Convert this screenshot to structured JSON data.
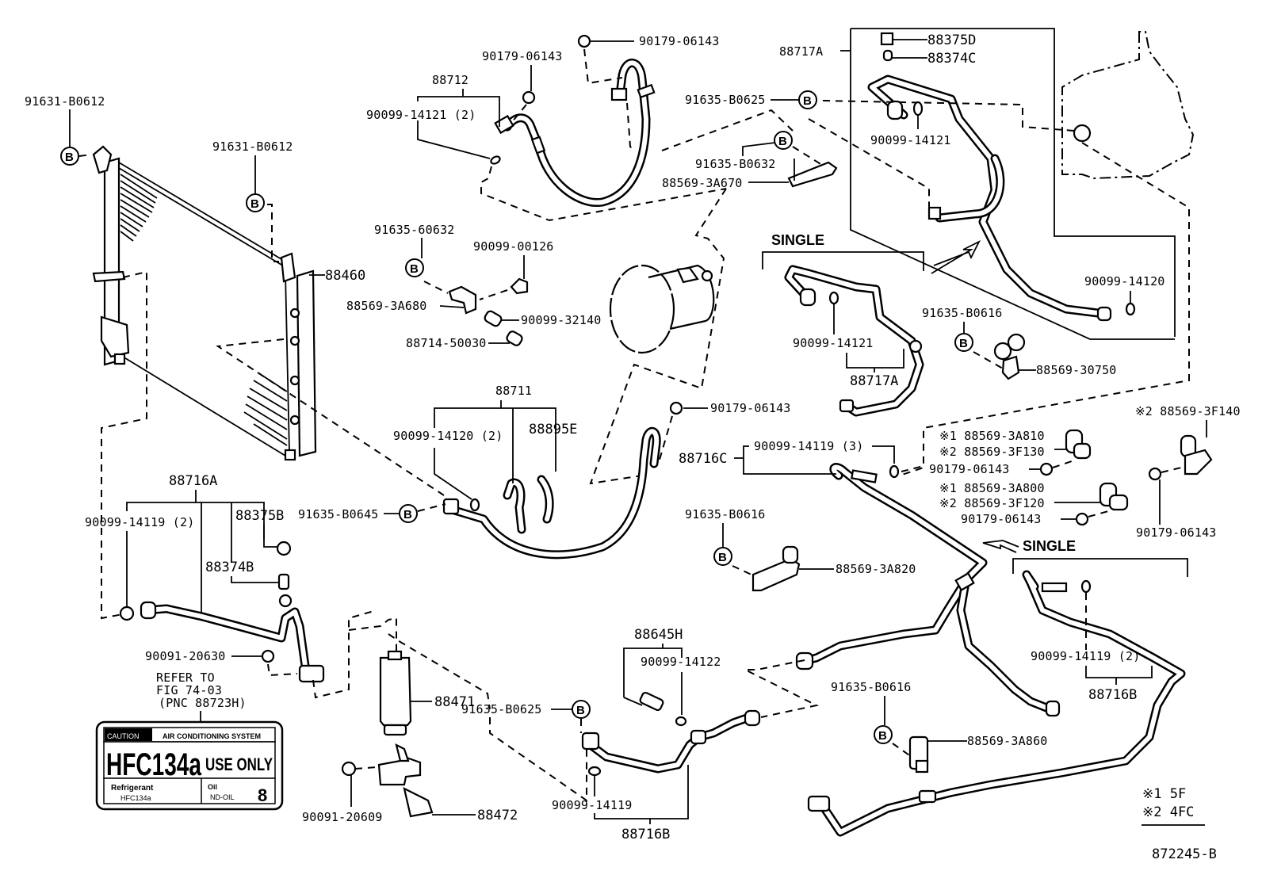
{
  "diagram": {
    "title_code": "872245-B",
    "legend": {
      "note1": "※1 5F",
      "note2": "※2 4FC"
    },
    "bolt_marker": "B",
    "single_label": "SINGLE",
    "labels": {
      "l_91631_b0612_a": "91631-B0612",
      "l_91631_b0612_b": "91631-B0612",
      "l_88460": "88460",
      "l_88712": "88712",
      "l_90099_14121_2": "90099-14121 (2)",
      "l_90179_06143_a": "90179-06143",
      "l_90179_06143_b": "90179-06143",
      "l_88717a_top": "88717A",
      "l_88375d": "88375D",
      "l_88374c": "88374C",
      "l_91635_b0625_top": "91635-B0625",
      "l_90099_14121_top": "90099-14121",
      "l_91635_b0632": "91635-B0632",
      "l_88569_3a670": "88569-3A670",
      "l_91635_60632": "91635-60632",
      "l_90099_00126": "90099-00126",
      "l_88569_3a680": "88569-3A680",
      "l_90099_32140": "90099-32140",
      "l_88714_50030": "88714-50030",
      "l_90099_14121_single": "90099-14121",
      "l_88717a_single": "88717A",
      "l_90099_14120_right": "90099-14120",
      "l_91635_b0616_right": "91635-B0616",
      "l_88569_30750": "88569-30750",
      "l_88711": "88711",
      "l_90099_14120_2": "90099-14120 (2)",
      "l_88895e": "88895E",
      "l_91635_b0645": "91635-B0645",
      "l_90179_06143_c": "90179-06143",
      "l_88716c": "88716C",
      "l_90099_14119_3": "90099-14119 (3)",
      "l_88569_3a810": "※1 88569-3A810",
      "l_88569_3f130": "※2 88569-3F130",
      "l_90179_06143_d": "90179-06143",
      "l_88569_3a800": "※1 88569-3A800",
      "l_88569_3f120": "※2 88569-3F120",
      "l_90179_06143_e": "90179-06143",
      "l_88569_3f140": "※2 88569-3F140",
      "l_90179_06143_f": "90179-06143",
      "l_91635_b0616_mid": "91635-B0616",
      "l_88569_3a820": "88569-3A820",
      "l_88716a": "88716A",
      "l_90099_14119_2_left": "90099-14119 (2)",
      "l_88375b": "88375B",
      "l_88374b": "88374B",
      "l_90091_20630": "90091-20630",
      "l_refer1": "REFER TO",
      "l_refer2": "FIG 74-03",
      "l_refer3": "(PNC 88723H)",
      "l_88471": "88471",
      "l_91635_b0625_bottom": "91635-B0625",
      "l_90091_20609": "90091-20609",
      "l_88472": "88472",
      "l_88645h": "88645H",
      "l_90099_14122": "90099-14122",
      "l_90099_14119_bottom": "90099-14119",
      "l_88716b_bottom": "88716B",
      "l_91635_b0616_bottom": "91635-B0616",
      "l_88569_3a860": "88569-3A860",
      "l_90099_14119_2_right": "90099-14119 (2)",
      "l_88716b_right": "88716B"
    },
    "sticker": {
      "header_left": "CAUTION",
      "header_right": "AIR CONDITIONING SYSTEM",
      "main": "HFC134a",
      "main_suffix": "USE ONLY",
      "refrigerant_label": "Refrigerant",
      "refrigerant_value": "HFC134a",
      "oil_label": "Oil",
      "oil_value": "ND-OIL",
      "oil_number": "8"
    }
  }
}
